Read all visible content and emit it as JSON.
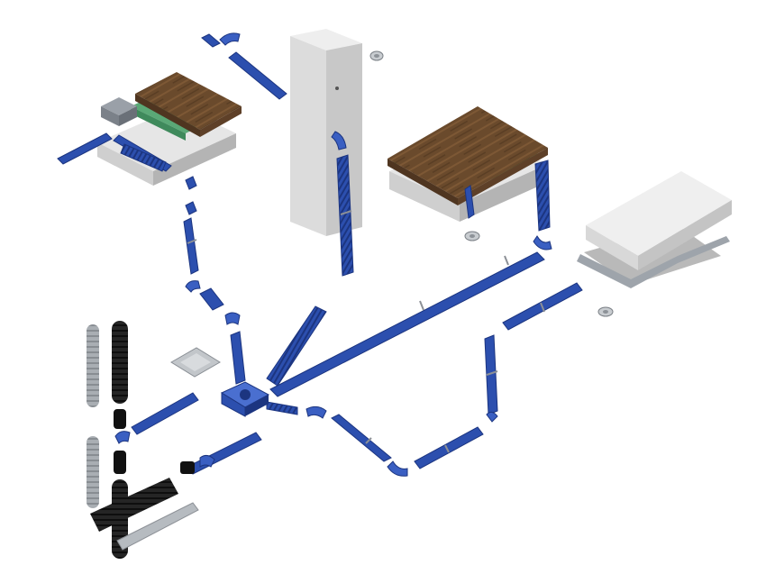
{
  "figure": {
    "type": "exploded-isometric-ventilation-duct-system",
    "background": "#ffffff",
    "colors": {
      "duct_blue": "#2c4fae",
      "duct_blue_light": "#4a6fd0",
      "duct_blue_dark": "#1c3580",
      "wood": "#6a4a2c",
      "wood_light": "#8a6442",
      "insulation_green": "#5aa876",
      "slab_light": "#e6e6e6",
      "slab_side": "#cfcfcf",
      "slab_dark": "#b4b4b4",
      "black_pipe": "#1c1c1c",
      "grey_pipe": "#a9aeb3",
      "strap_metal": "#8c9096"
    },
    "components": [
      "floor-section-left",
      "floor-section-middle",
      "ceiling-slab-right",
      "wall-panel",
      "distribution-manifold",
      "flat-duct-runs",
      "flexible-round-ducts",
      "bends-and-elbows",
      "air-valves",
      "outdoor-pipes",
      "filter-plate"
    ]
  }
}
